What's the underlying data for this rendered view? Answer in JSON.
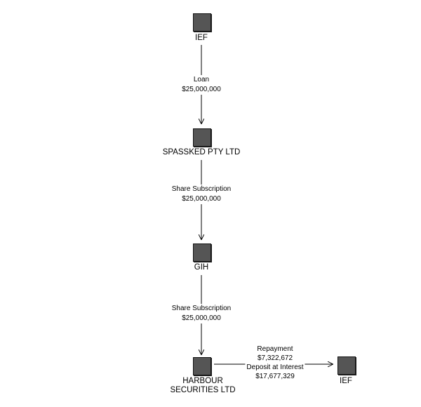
{
  "nodes": {
    "ief_top": {
      "label": "IEF"
    },
    "spassked": {
      "label": "SPASSKED PTY LTD"
    },
    "gih": {
      "label": "GIH"
    },
    "harbour": {
      "label_line1": "HARBOUR",
      "label_line2": "SECURITIES LTD"
    },
    "ief_right": {
      "label": "IEF"
    }
  },
  "edges": {
    "ief_to_spassked": {
      "line1": "Loan",
      "line2": "$25,000,000"
    },
    "spassked_to_gih": {
      "line1": "Share Subscription",
      "line2": "$25,000,000"
    },
    "gih_to_harbour": {
      "line1": "Share Subscription",
      "line2": "$25,000,000"
    },
    "harbour_to_ief": {
      "line1": "Repayment",
      "line2": "$7,322,672",
      "line3": "Deposit at Interest",
      "line4": "$17,677,329"
    }
  },
  "colors": {
    "node_fill": "#555555",
    "line": "#000000",
    "background": "#ffffff"
  }
}
